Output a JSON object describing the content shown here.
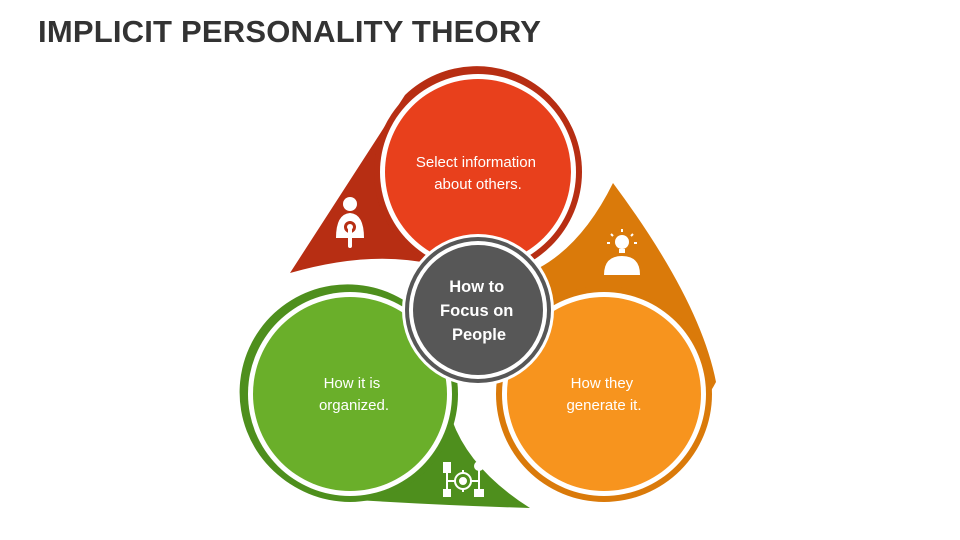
{
  "title": "IMPLICIT PERSONALITY THEORY",
  "center": {
    "lines": [
      "How to",
      "Focus on",
      "People"
    ],
    "color": "#575757"
  },
  "segments": [
    {
      "key": "select",
      "lines": [
        "Select information",
        "about others."
      ],
      "color": "#E8401C",
      "ring": "#B72E13",
      "icon": "person-touch-icon"
    },
    {
      "key": "generate",
      "lines": [
        "How they",
        "generate it."
      ],
      "color": "#F7941E",
      "ring": "#DA7A0A",
      "icon": "person-lightbulb-icon"
    },
    {
      "key": "organize",
      "lines": [
        "How it is",
        "organized."
      ],
      "color": "#6AAF2A",
      "ring": "#4E8F1D",
      "icon": "gear-network-icon"
    }
  ]
}
